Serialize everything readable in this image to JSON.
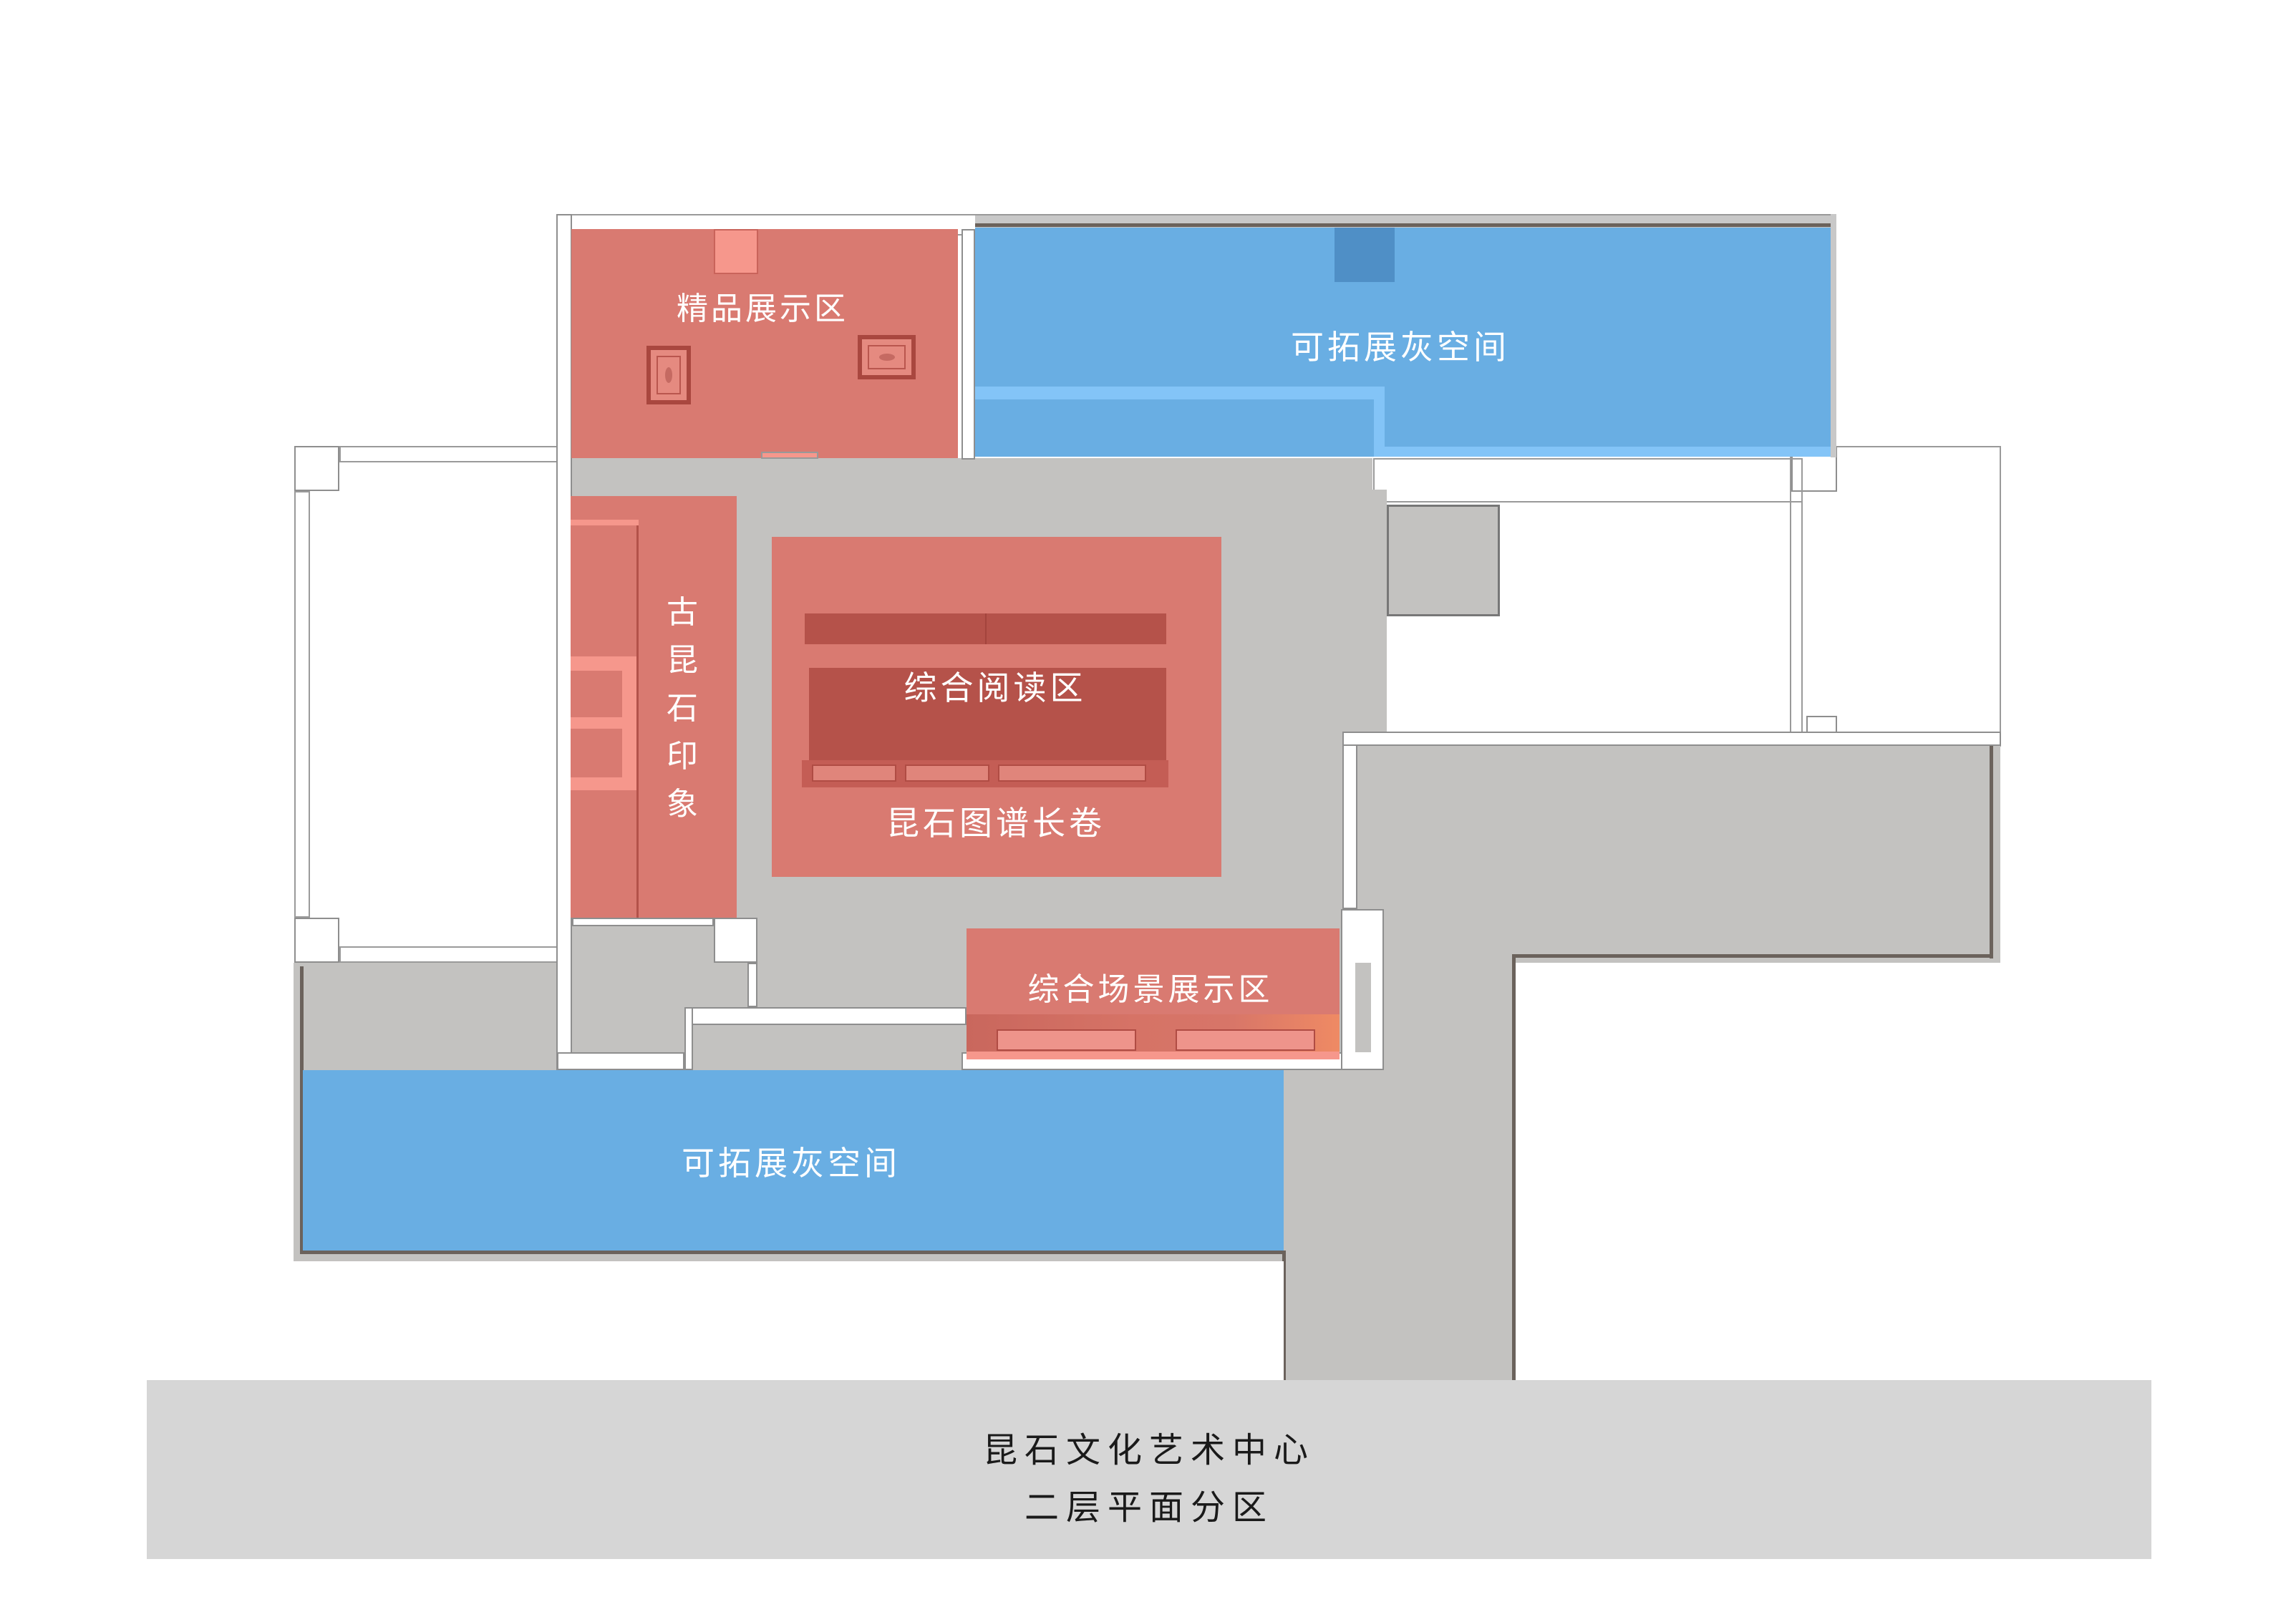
{
  "plan": {
    "title": "昆石文化艺术中心",
    "subtitle": "二层平面分区",
    "colors": {
      "exhibition_zone": "#d97a71",
      "expandable_grey_space": "#69aee3",
      "circulation": "#c3c2c0",
      "footer_band": "#d6d6d6"
    },
    "zones": [
      {
        "id": "premium",
        "label": "精品展示区",
        "type": "exhibition"
      },
      {
        "id": "grey-top",
        "label": "可拓展灰空间",
        "type": "expandable"
      },
      {
        "id": "ancient",
        "label": "古昆石印象",
        "chars": [
          "古",
          "昆",
          "石",
          "印",
          "象"
        ],
        "type": "exhibition"
      },
      {
        "id": "reading",
        "label": "综合阅读区",
        "type": "exhibition"
      },
      {
        "id": "scroll",
        "label": "昆石图谱长卷",
        "type": "exhibition"
      },
      {
        "id": "scene",
        "label": "综合场景展示区",
        "type": "exhibition"
      },
      {
        "id": "grey-bottom",
        "label": "可拓展灰空间",
        "type": "expandable"
      }
    ]
  }
}
